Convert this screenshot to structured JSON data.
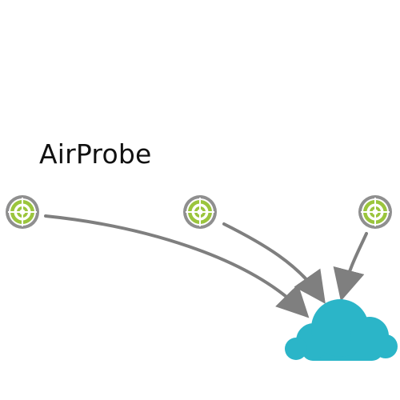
{
  "diagram": {
    "title": "AirProbe",
    "nodes": [
      {
        "id": "probe-1",
        "icon": "target-probe-icon"
      },
      {
        "id": "probe-2",
        "icon": "target-probe-icon"
      },
      {
        "id": "probe-3",
        "icon": "target-probe-icon"
      },
      {
        "id": "cloud",
        "icon": "cloud-icon"
      }
    ],
    "edges": [
      {
        "from": "probe-1",
        "to": "cloud"
      },
      {
        "from": "probe-2",
        "to": "cloud"
      },
      {
        "from": "probe-3",
        "to": "cloud"
      }
    ],
    "colors": {
      "probe_outer": "#8f8f8f",
      "probe_green": "#9bc53d",
      "probe_center": "#ffffff",
      "arrow": "#7f7f7f",
      "cloud": "#2bb5c8"
    }
  }
}
